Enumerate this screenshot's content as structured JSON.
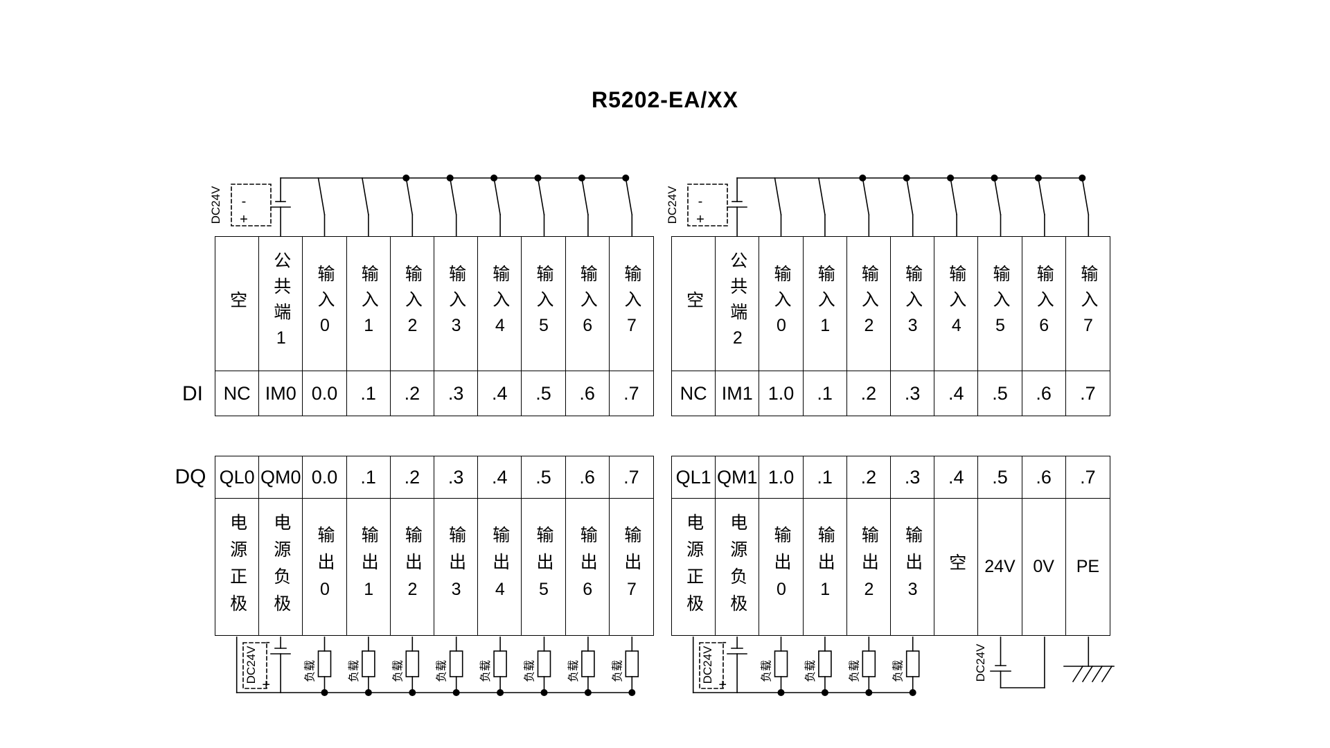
{
  "title": "R5202-EA/XX",
  "sections": {
    "di": "DI",
    "dq": "DQ"
  },
  "wiring": {
    "supply": "DC24V",
    "load": "负载",
    "minus": "-",
    "plus": "+"
  },
  "di_left": {
    "headers": [
      "空",
      "公共端1",
      "输入0",
      "输入1",
      "输入2",
      "输入3",
      "输入4",
      "输入5",
      "输入6",
      "输入7"
    ],
    "terminals": [
      "NC",
      "IM0",
      "0.0",
      ".1",
      ".2",
      ".3",
      ".4",
      ".5",
      ".6",
      ".7"
    ]
  },
  "di_right": {
    "headers": [
      "空",
      "公共端2",
      "输入0",
      "输入1",
      "输入2",
      "输入3",
      "输入4",
      "输入5",
      "输入6",
      "输入7"
    ],
    "terminals": [
      "NC",
      "IM1",
      "1.0",
      ".1",
      ".2",
      ".3",
      ".4",
      ".5",
      ".6",
      ".7"
    ]
  },
  "dq_left": {
    "terminals": [
      "QL0",
      "QM0",
      "0.0",
      ".1",
      ".2",
      ".3",
      ".4",
      ".5",
      ".6",
      ".7"
    ],
    "labels": [
      "电源正极",
      "电源负极",
      "输出0",
      "输出1",
      "输出2",
      "输出3",
      "输出4",
      "输出5",
      "输出6",
      "输出7"
    ]
  },
  "dq_right": {
    "terminals": [
      "QL1",
      "QM1",
      "1.0",
      ".1",
      ".2",
      ".3",
      ".4",
      ".5",
      ".6",
      ".7"
    ],
    "labels": [
      "电源正极",
      "电源负极",
      "输出0",
      "输出1",
      "输出2",
      "输出3",
      "空",
      "24V",
      "0V",
      "PE"
    ]
  }
}
